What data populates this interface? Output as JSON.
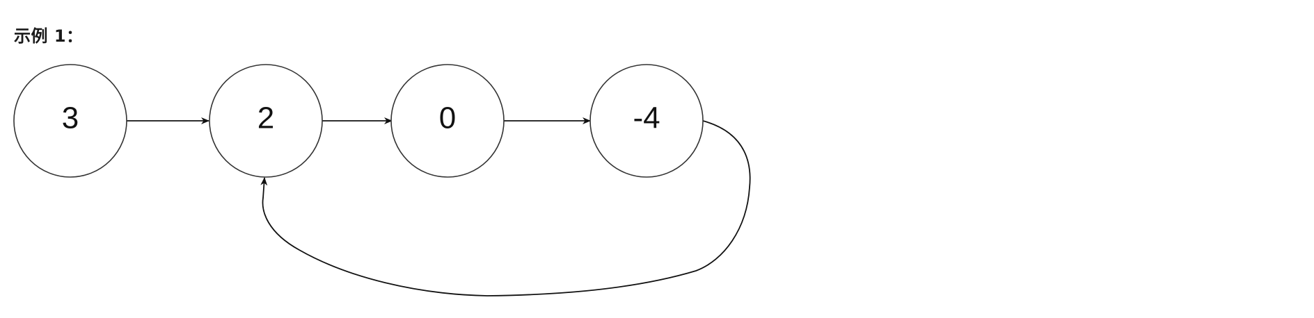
{
  "title": "示例 1：",
  "diagram": {
    "type": "linked-list-with-cycle",
    "nodes": [
      {
        "id": "n0",
        "label": "3"
      },
      {
        "id": "n1",
        "label": "2"
      },
      {
        "id": "n2",
        "label": "0"
      },
      {
        "id": "n3",
        "label": "-4"
      }
    ],
    "edges": [
      {
        "from": "n0",
        "to": "n1"
      },
      {
        "from": "n1",
        "to": "n2"
      },
      {
        "from": "n2",
        "to": "n3"
      },
      {
        "from": "n3",
        "to": "n1",
        "kind": "cycle"
      }
    ],
    "colors": {
      "stroke": "#333333",
      "arrow": "#111111",
      "text": "#111111",
      "background": "#ffffff"
    }
  }
}
